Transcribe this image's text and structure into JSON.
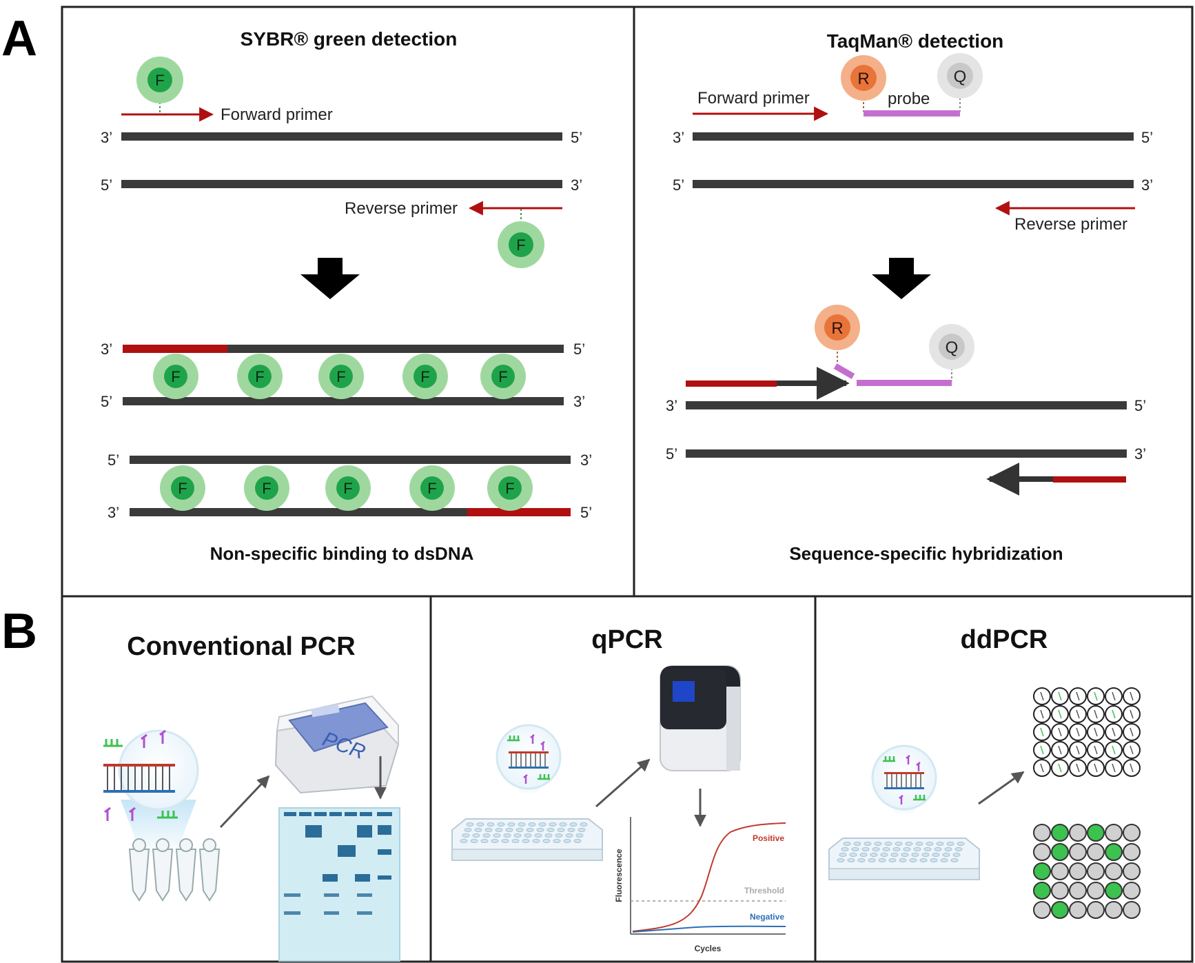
{
  "panel_a": {
    "letter": "A",
    "sybr": {
      "title": "SYBR® green detection",
      "forward_primer": "Forward primer",
      "reverse_primer": "Reverse primer",
      "fluor": "F",
      "caption": "Non-specific binding to dsDNA"
    },
    "taqman": {
      "title": "TaqMan® detection",
      "forward_primer": "Forward primer",
      "reverse_primer": "Reverse primer",
      "probe": "probe",
      "reporter": "R",
      "quencher": "Q",
      "caption": "Sequence-specific hybridization"
    },
    "ends": {
      "three": "3’",
      "five": "5’"
    }
  },
  "panel_b": {
    "letter": "B",
    "conventional": {
      "title": "Conventional PCR",
      "machine_label": "PCR"
    },
    "qpcr": {
      "title": "qPCR",
      "ylabel": "Fluorescence",
      "xlabel": "Cycles",
      "positive": "Positive",
      "threshold": "Threshold",
      "negative": "Negative"
    },
    "ddpcr": {
      "title": "ddPCR",
      "droplet_rows": [
        [
          0,
          1,
          0,
          1,
          0,
          0
        ],
        [
          0,
          1,
          0,
          0,
          1,
          0
        ],
        [
          1,
          0,
          0,
          0,
          0,
          0
        ],
        [
          1,
          0,
          0,
          0,
          1,
          0
        ],
        [
          0,
          1,
          0,
          0,
          0,
          0
        ]
      ]
    }
  },
  "colors": {
    "dna": "#3a3a3a",
    "primer": "#b01010",
    "fluor": "#1fa34a",
    "fluor_halo": "#9fd89f",
    "reporter": "#e8743a",
    "quencher": "#c8c8c8",
    "probe": "#c46fd0",
    "droplet_positive": "#3cc24f",
    "droplet_negative": "#d0d0d0"
  }
}
